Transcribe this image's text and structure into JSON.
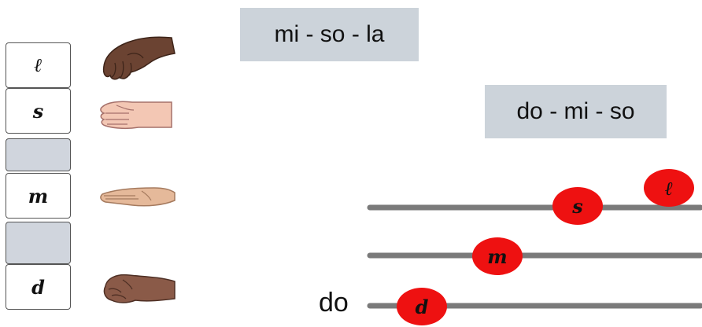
{
  "solfa_column": [
    {
      "syllable": "ℓ",
      "blank": false,
      "hand": "la-hand-sign-icon"
    },
    {
      "syllable": "s",
      "blank": false,
      "hand": "so-hand-sign-icon"
    },
    {
      "syllable": "",
      "blank": true,
      "hand": ""
    },
    {
      "syllable": "m",
      "blank": false,
      "hand": "mi-hand-sign-icon"
    },
    {
      "syllable": "",
      "blank": true,
      "hand": ""
    },
    {
      "syllable": "d",
      "blank": false,
      "hand": "do-hand-sign-icon"
    }
  ],
  "patterns": {
    "mi_so_la": "mi - so - la",
    "do_mi_so": "do - mi - so"
  },
  "staff": {
    "do_label": "do",
    "notes": [
      {
        "syllable": "ℓ",
        "line": 3
      },
      {
        "syllable": "s",
        "line": 3
      },
      {
        "syllable": "m",
        "line": 2
      },
      {
        "syllable": "d",
        "line": 1
      }
    ]
  },
  "colors": {
    "note_fill": "#ee1111",
    "staff_line": "#7a7a7a",
    "label_bg": "#ccd3da",
    "blank_cell": "#d0d5dd",
    "skin_dark": "#6b4332",
    "skin_light": "#f3c7b4",
    "skin_medium": "#e5b99a",
    "skin_brown": "#8a5a48"
  }
}
